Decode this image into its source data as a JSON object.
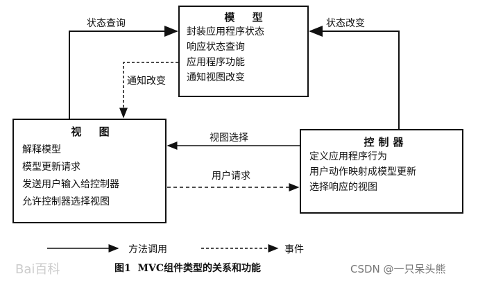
{
  "model": {
    "title": "模 型",
    "lines": [
      "封装应用程序状态",
      "响应状态查询",
      "应用程序功能",
      "通知视图改变"
    ]
  },
  "view": {
    "title": "视 图",
    "lines": [
      "解释模型",
      "模型更新请求",
      "发送用户输入给控制器",
      "允许控制器选择视图"
    ]
  },
  "controller": {
    "title": "控制器",
    "lines": [
      "定义应用程序行为",
      "用户动作映射成模型更新",
      "选择响应的视图"
    ]
  },
  "arrows": {
    "state_query": "状态查询",
    "state_change": "状态改变",
    "notify_change": "通知改变",
    "view_select": "视图选择",
    "user_request": "用户请求"
  },
  "legend": {
    "method_call": "方法调用",
    "event": "事件"
  },
  "caption": "图1  MVC组件类型的关系和功能",
  "watermark_baidu": "Bai百科",
  "watermark_csdn": "CSDN @一只呆头熊"
}
